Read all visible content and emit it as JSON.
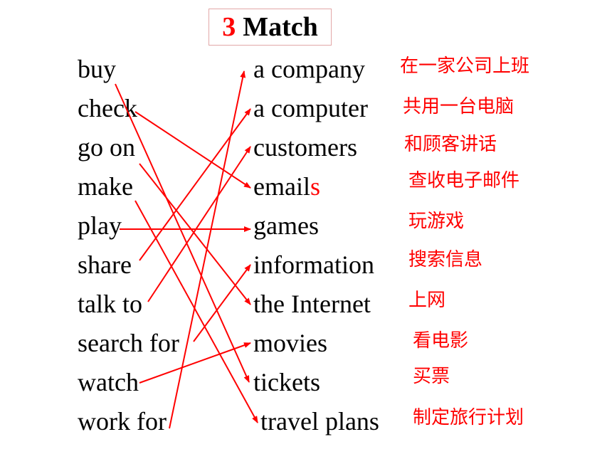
{
  "title": {
    "number": "3",
    "text": "Match"
  },
  "left_words": [
    "buy",
    "check",
    "go on",
    "make",
    "play",
    "share",
    "talk to",
    "search for",
    "watch",
    "work for"
  ],
  "right_words": [
    {
      "main": "a company",
      "suffix": ""
    },
    {
      "main": "a computer",
      "suffix": ""
    },
    {
      "main": "customers",
      "suffix": ""
    },
    {
      "main": "email",
      "suffix": "s"
    },
    {
      "main": "games",
      "suffix": ""
    },
    {
      "main": "information",
      "suffix": ""
    },
    {
      "main": "the Internet",
      "suffix": ""
    },
    {
      "main": "movies",
      "suffix": ""
    },
    {
      "main": "tickets",
      "suffix": ""
    },
    {
      "main": "travel plans",
      "suffix": ""
    }
  ],
  "translations": [
    "在一家公司上班",
    "共用一台电脑",
    "和顾客讲话",
    "查收电子邮件",
    "玩游戏",
    "搜索信息",
    "上网",
    "看电影",
    "买票",
    "制定旅行计划"
  ],
  "matches": [
    {
      "left": "buy",
      "right": "tickets"
    },
    {
      "left": "check",
      "right": "emails"
    },
    {
      "left": "go on",
      "right": "the Internet"
    },
    {
      "left": "make",
      "right": "travel plans"
    },
    {
      "left": "play",
      "right": "games"
    },
    {
      "left": "share",
      "right": "a computer"
    },
    {
      "left": "talk to",
      "right": "customers"
    },
    {
      "left": "search for",
      "right": "information"
    },
    {
      "left": "watch",
      "right": "movies"
    },
    {
      "left": "work for",
      "right": "a company"
    }
  ],
  "colors": {
    "accent": "#ff0000",
    "text": "#000000"
  }
}
